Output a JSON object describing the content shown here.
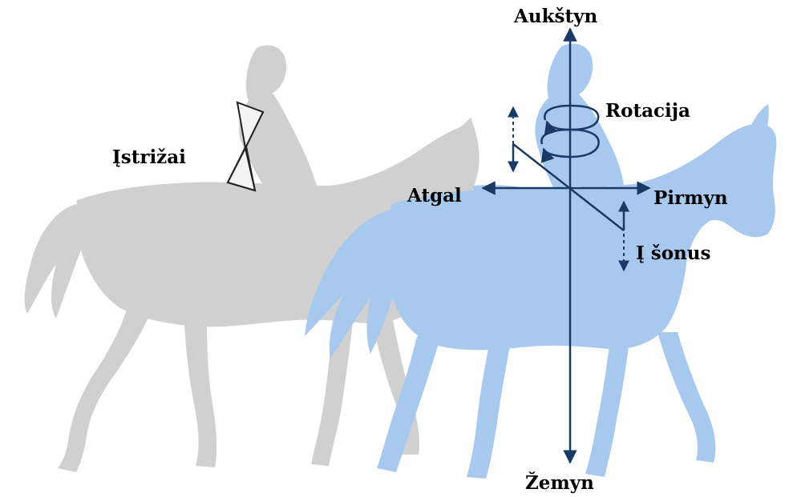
{
  "labels": {
    "up": "Aukštyn",
    "down": "Žemyn",
    "rotation": "Rotacija",
    "backward": "Atgal",
    "forward": "Pirmyn",
    "sideways": "Į šonus",
    "shear": "Įstrižai"
  },
  "colors": {
    "grey_horse": "#d0d0d0",
    "blue_horse": "#a8c9ee",
    "axis": "#1a3a66",
    "text": "#000000",
    "background": "#ffffff"
  },
  "icons": {
    "rotation_arrows": "circular-arrow-icon",
    "sideways_arrows": "dashed-double-arrow-icon",
    "shear_marker": "hourglass-icon"
  }
}
